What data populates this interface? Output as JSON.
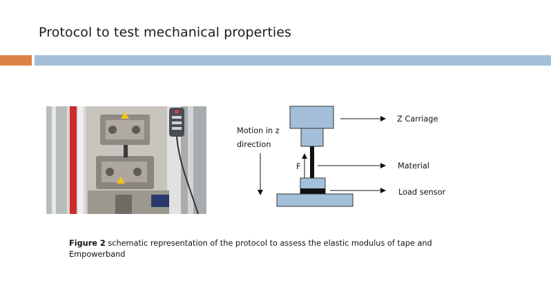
{
  "slide": {
    "title": "Protocol to test mechanical properties",
    "accent_colors": {
      "orange": "#dd8147",
      "blue": "#a3bfd9"
    }
  },
  "diagram": {
    "motion_label_line1": "Motion in z",
    "motion_label_line2": "direction",
    "force_label": "F",
    "z_carriage_label": "Z Carriage",
    "material_label": "Material",
    "load_sensor_label": "Load sensor",
    "box_fill": "#a3bfd9"
  },
  "caption": {
    "label": "Figure 2",
    "text": " schematic representation of the protocol to assess the elastic modulus of tape and Empowerband"
  }
}
